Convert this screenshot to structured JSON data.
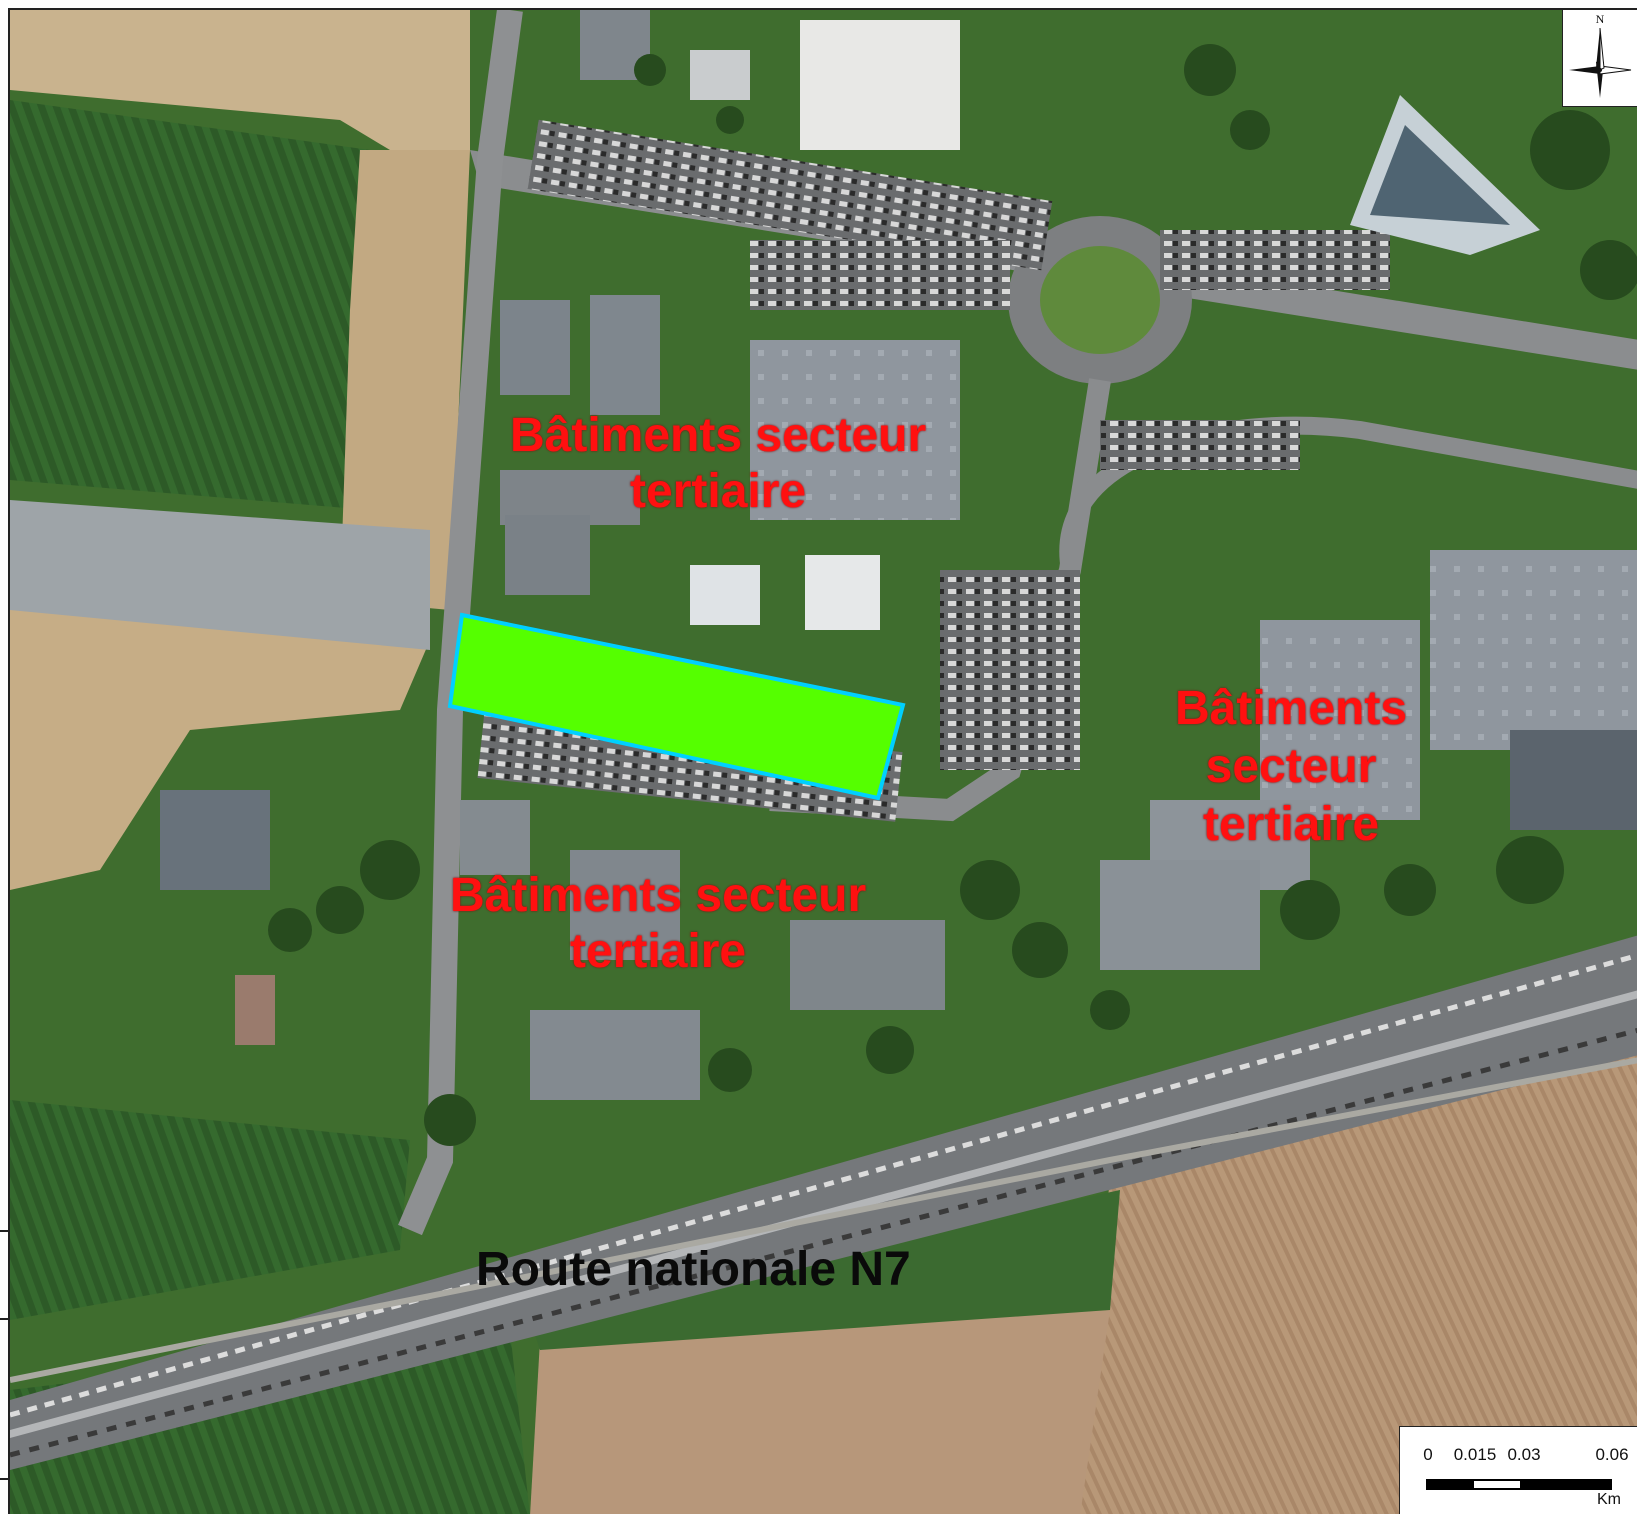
{
  "map": {
    "labels": {
      "buildings_north": [
        "Bâtiments secteur",
        "tertiaire"
      ],
      "buildings_east": [
        "Bâtiments",
        "secteur",
        "tertiaire"
      ],
      "buildings_south": [
        "Bâtiments secteur",
        "tertiaire"
      ],
      "road": "Route nationale N7"
    },
    "north_arrow": {
      "letter": "N",
      "icon": "compass-rose-icon"
    },
    "scale_bar": {
      "ticks": [
        "0",
        "0.015",
        "0.03",
        "0.06"
      ],
      "unit": "Km"
    },
    "colors": {
      "highlight_fill": "#55ff00",
      "highlight_stroke": "#00d0ff",
      "label_red": "#ff1010",
      "grass": "#3d6b2c",
      "field": "#2f5a28",
      "sand": "#cbb592",
      "roof": "#8d949c",
      "asphalt": "#6e6f72"
    }
  }
}
